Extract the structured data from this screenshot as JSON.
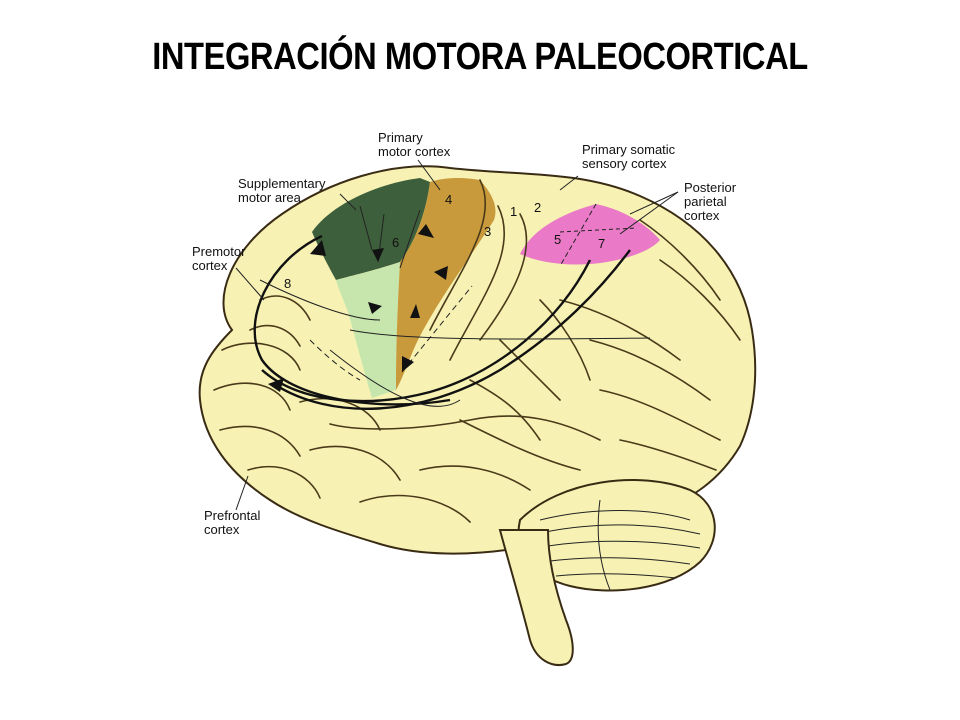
{
  "title": "INTEGRACIÓN MOTORA PALEOCORTICAL",
  "labels": {
    "primary_motor": [
      "Primary",
      "motor cortex"
    ],
    "primary_somatic": [
      "Primary somatic",
      "sensory cortex"
    ],
    "supplementary": [
      "Supplementary",
      "motor area"
    ],
    "posterior_parietal": [
      "Posterior",
      "parietal",
      "cortex"
    ],
    "premotor": [
      "Premotor",
      "cortex"
    ],
    "prefrontal": [
      "Prefrontal",
      "cortex"
    ]
  },
  "areas": {
    "a4": "4",
    "a6": "6",
    "a8": "8",
    "a3": "3",
    "a1": "1",
    "a2": "2",
    "a5": "5",
    "a7": "7"
  },
  "colors": {
    "brain": "#f7f2b4",
    "supplementary": "#3e5f3c",
    "premotor": "#c6e6ad",
    "motor": "#c89a3c",
    "parietal": "#ea7ac7",
    "outline": "#3a2c14"
  }
}
